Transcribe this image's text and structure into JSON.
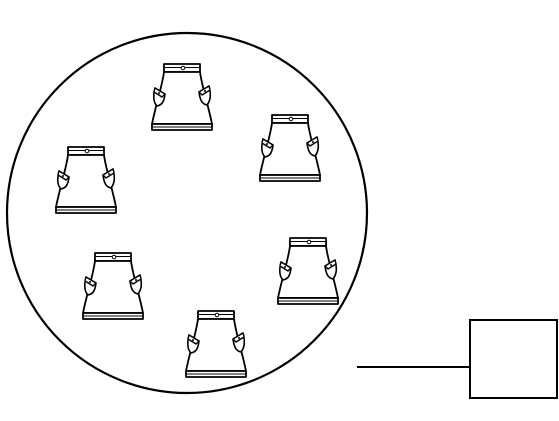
{
  "figure": {
    "items": [
      {
        "icon": "skirt-icon",
        "count_group": "circle-set"
      },
      {
        "icon": "skirt-icon",
        "count_group": "circle-set"
      },
      {
        "icon": "skirt-icon",
        "count_group": "circle-set"
      },
      {
        "icon": "skirt-icon",
        "count_group": "circle-set"
      },
      {
        "icon": "skirt-icon",
        "count_group": "circle-set"
      },
      {
        "icon": "skirt-icon",
        "count_group": "circle-set"
      }
    ],
    "answer_box_value": ""
  },
  "colors": {
    "stroke": "#000000",
    "background": "#ffffff"
  }
}
